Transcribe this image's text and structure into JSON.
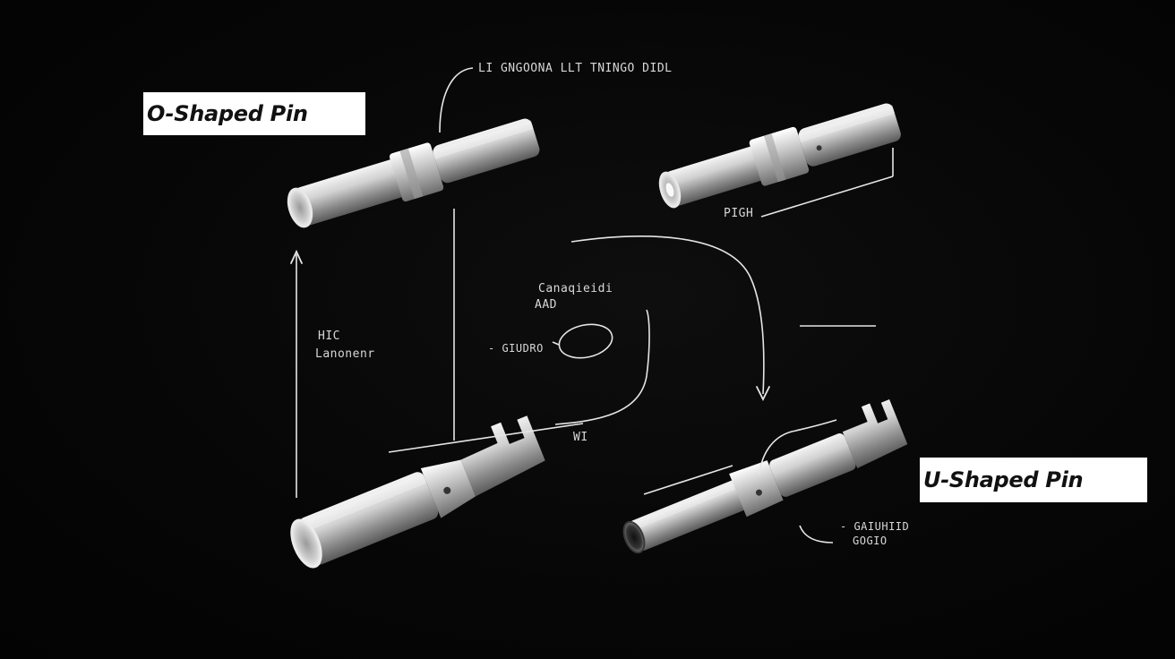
{
  "labels": {
    "o_shaped": "O-Shaped Pin",
    "u_shaped": "U-Shaped Pin"
  },
  "annotations": {
    "top_header": "LI GNGOONA LLT  TNINGO DIDL",
    "top_right_tag": "PIGH",
    "center_title_line1": "Canaqieidi",
    "center_title_line2": "AAD",
    "center_side": "- GIUDRO",
    "left_line1": "HIC",
    "left_line2": "Lanonenr",
    "bottom_center": "WI",
    "bottom_right_line1": "- GAIUHIID",
    "bottom_right_line2": "GOGIO"
  },
  "colors": {
    "background": "#050505",
    "line": "#e6e6e6",
    "metal_light": "#e9e9e9",
    "metal_dark": "#6d6d6d",
    "label_box": "#ffffff",
    "label_text": "#111111"
  },
  "icons": {
    "arrow_up": "arrow-up-icon",
    "arrow_down": "arrow-down-icon"
  }
}
